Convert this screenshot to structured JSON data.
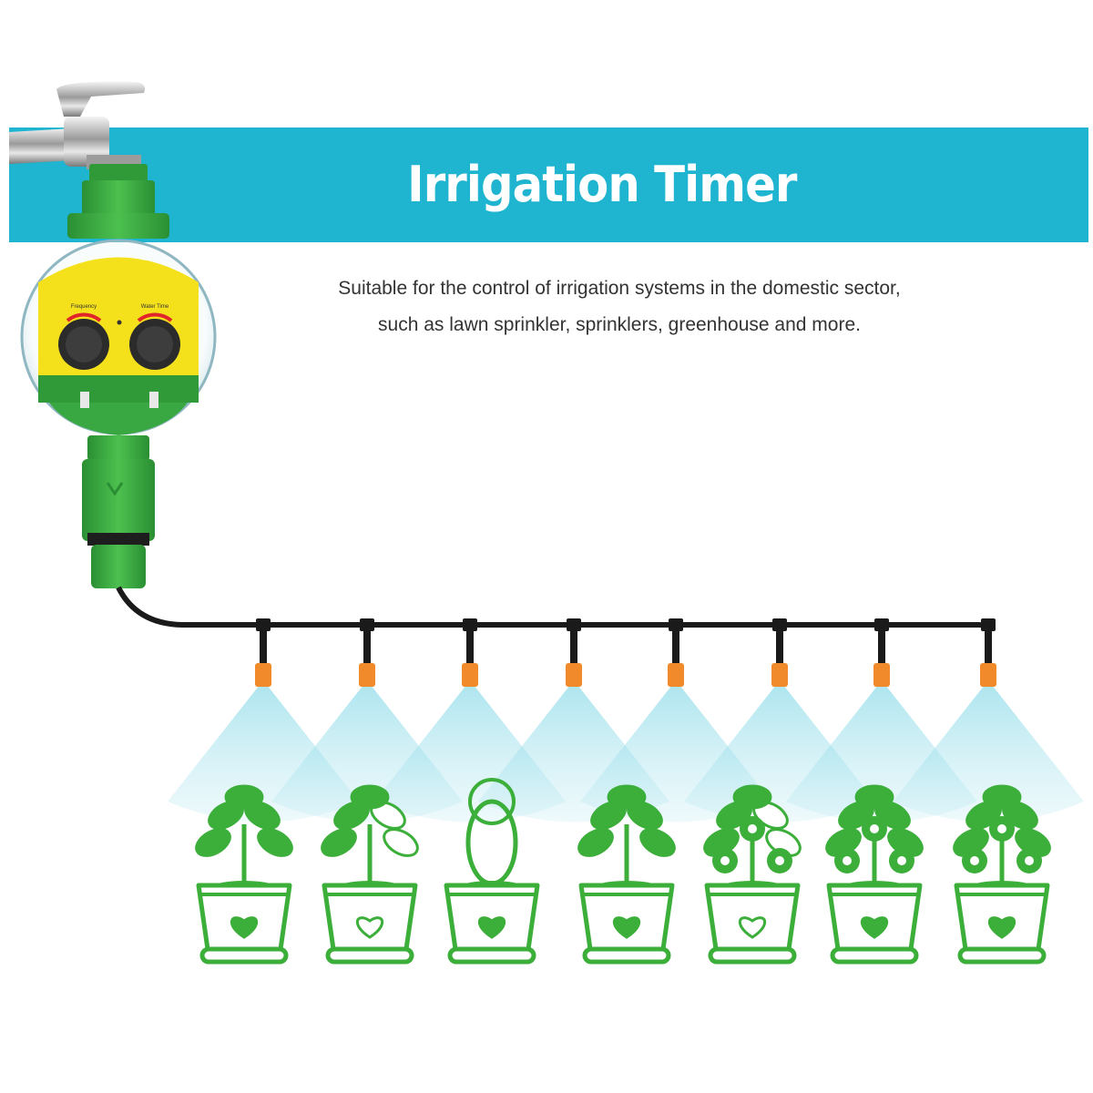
{
  "banner": {
    "title": "Irrigation Timer",
    "color": "#1fb4cf"
  },
  "description": {
    "line1": "Suitable for the control of irrigation systems in the domestic sector,",
    "line2": "such as lawn sprinkler, sprinklers, greenhouse and more."
  },
  "timer": {
    "left_dial_label": "Frequency",
    "right_dial_label": "Water Time",
    "body_color": "#3aa842",
    "face_color": "#f4e11b"
  },
  "colors": {
    "pipe": "#1a1a1a",
    "nozzle": "#f08a2a",
    "spray": "#7fd6e6",
    "plant": "#3cae3a"
  },
  "icons": {
    "faucet": "faucet-icon",
    "timer": "irrigation-timer-icon",
    "dripper": "dripper-nozzle-icon",
    "pot": "flower-pot-icon",
    "heart": "heart-icon"
  }
}
